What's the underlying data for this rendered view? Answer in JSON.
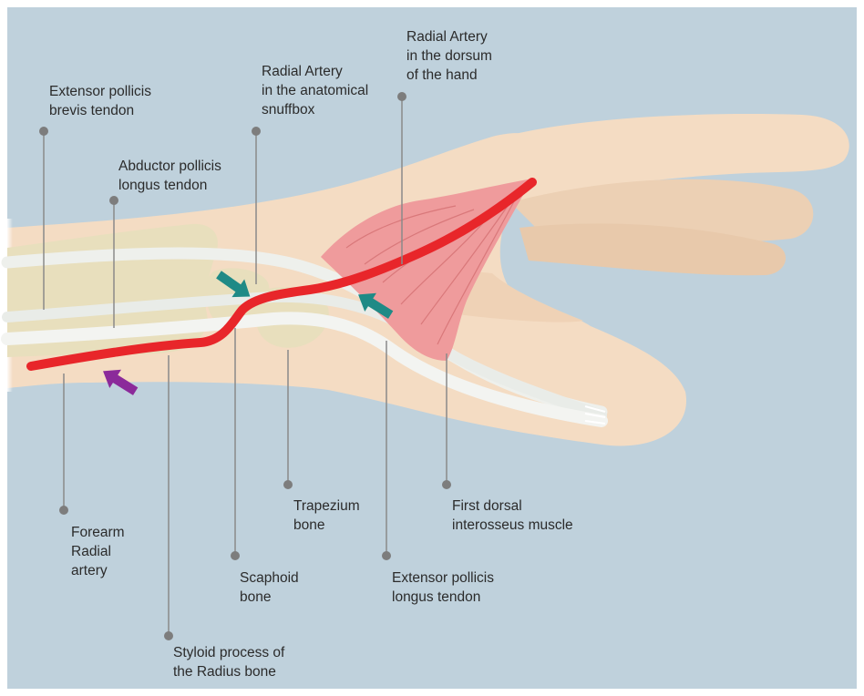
{
  "colors": {
    "background": "#bfd1dc",
    "skin": "#f4dcc3",
    "skin_shadow": "#e9c9aa",
    "tendon": "#eef0ec",
    "bone": "#e8dfbd",
    "artery": "#e8262a",
    "muscle": "#ef9b9c",
    "leader": "#8a8a8a",
    "arrow_teal": "#1f8a86",
    "arrow_purple": "#8b2a9a",
    "text": "#2b2b2b"
  },
  "labels": {
    "extensor_brevis": "Extensor pollicis\nbrevis tendon",
    "abductor_longus": "Abductor pollicis\nlongus tendon",
    "radial_snuffbox": "Radial Artery\nin the anatomical\nsnuffbox",
    "radial_dorsum": "Radial Artery\nin the dorsum\nof the hand",
    "forearm_radial": "Forearm\nRadial\nartery",
    "styloid": "Styloid process of\nthe Radius bone",
    "scaphoid": "Scaphoid\nbone",
    "trapezium": "Trapezium\nbone",
    "extensor_longus": "Extensor pollicis\nlongus tendon",
    "first_dorsal": "First dorsal\ninterosseus muscle"
  }
}
